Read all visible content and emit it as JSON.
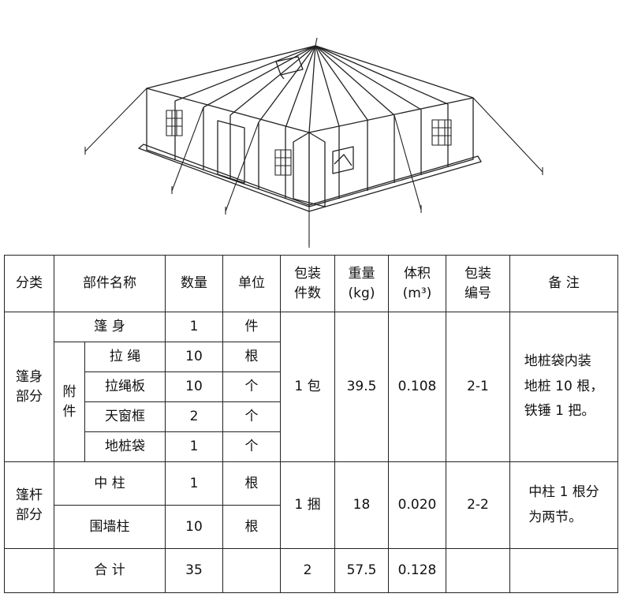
{
  "headers": {
    "category": "分类",
    "part_name": "部件名称",
    "quantity": "数量",
    "unit": "单位",
    "pack_count": "包装\n件数",
    "weight": "重量\n(kg)",
    "volume": "体积\n(m³)",
    "pack_no": "包装\n编号",
    "remark": "备 注"
  },
  "body_group": {
    "category": "篷身\n部分",
    "main_part": {
      "name": "篷 身",
      "qty": "1",
      "unit": "件"
    },
    "attachment_label": "附\n件",
    "attachments": [
      {
        "name": "拉  绳",
        "qty": "10",
        "unit": "根"
      },
      {
        "name": "拉绳板",
        "qty": "10",
        "unit": "个"
      },
      {
        "name": "天窗框",
        "qty": "2",
        "unit": "个"
      },
      {
        "name": "地桩袋",
        "qty": "1",
        "unit": "个"
      }
    ],
    "pack_count": "1 包",
    "weight": "39.5",
    "volume": "0.108",
    "pack_no": "2-1",
    "remark": "地桩袋内装\n地桩 10 根，\n铁锤 1 把。"
  },
  "pole_group": {
    "category": "篷杆\n部分",
    "parts": [
      {
        "name": "中  柱",
        "qty": "1",
        "unit": "根"
      },
      {
        "name": "围墙柱",
        "qty": "10",
        "unit": "根"
      }
    ],
    "pack_count": "1 捆",
    "weight": "18",
    "volume": "0.020",
    "pack_no": "2-2",
    "remark": "中柱 1 根分\n为两节。"
  },
  "total": {
    "label": "合  计",
    "qty": "35",
    "pack_count": "2",
    "weight": "57.5",
    "volume": "0.128"
  }
}
